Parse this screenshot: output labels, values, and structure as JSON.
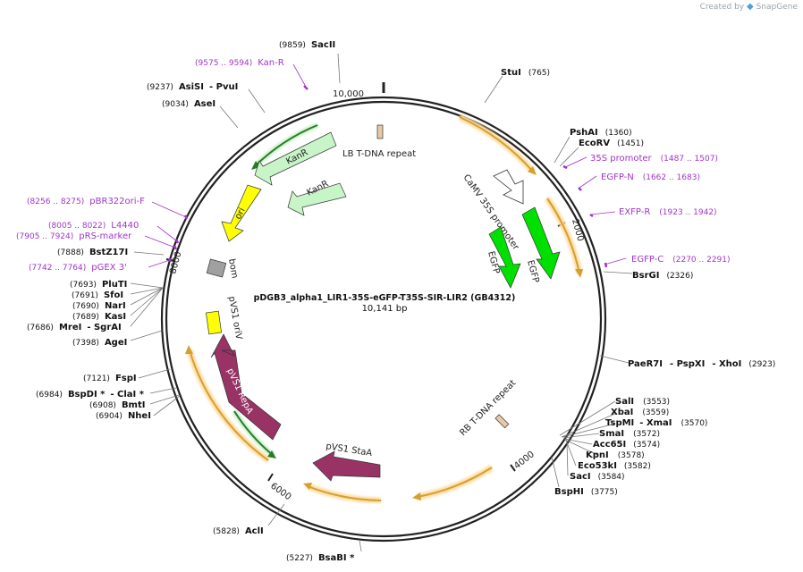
{
  "header": {
    "created_by": "Created by",
    "brand": "SnapGene"
  },
  "plasmid": {
    "name": "pDGB3_alpha1_LIR1-35S-eGFP-T35S-SIR-LIR2 (GB4312)",
    "length": "10,141 bp",
    "total_bp": 10141
  },
  "ticks": [
    {
      "pos": 10000,
      "label": "10,000"
    },
    {
      "pos": 2000,
      "label": "2000"
    },
    {
      "pos": 4000,
      "label": "4000"
    },
    {
      "pos": 6000,
      "label": "6000"
    },
    {
      "pos": 8000,
      "label": "8000"
    }
  ],
  "features": [
    {
      "name": "KanR",
      "label": "KanR",
      "color": "#c8f5c8",
      "ring": "inner"
    },
    {
      "name": "KanR",
      "label": "KanR",
      "color": "#c8f5c8",
      "ring": "inner2"
    },
    {
      "name": "ori",
      "label": "ori",
      "color": "#ffff00"
    },
    {
      "name": "bom",
      "label": "bom",
      "color": "#a0a0a0"
    },
    {
      "name": "pVS1 oriV",
      "label": "pVS1 oriV",
      "color": "#ffff00"
    },
    {
      "name": "pVS1 RepA",
      "label": "pVS1 RepA",
      "color": "#993366"
    },
    {
      "name": "pVS1 StaA",
      "label": "pVS1 StaA",
      "color": "#993366"
    },
    {
      "name": "CaMV 35S promoter",
      "label": "CaMV 35S promoter",
      "color": "#ffffff"
    },
    {
      "name": "EGFP",
      "label": "EGFP",
      "color": "#00e000"
    },
    {
      "name": "EGFP",
      "label": "EGFP",
      "color": "#00e000"
    },
    {
      "name": "LB T-DNA repeat",
      "label": "LB T-DNA repeat",
      "color": "#e8c8a8"
    },
    {
      "name": "RB T-DNA repeat",
      "label": "RB T-DNA repeat",
      "color": "#e8c8a8"
    }
  ],
  "enzymes_right": [
    {
      "name": "StuI",
      "pos": "(765)"
    },
    {
      "name": "PshAI",
      "pos": "(1360)"
    },
    {
      "name": "EcoRV",
      "pos": "(1451)"
    },
    {
      "name": "BsrGI",
      "pos": "(2326)"
    },
    {
      "name": "PaeR7I",
      "sep": "- PspXI",
      "sep2": "- XhoI",
      "pos": "(2923)"
    },
    {
      "name": "SalI",
      "pos": "(3553)"
    },
    {
      "name": "XbaI",
      "pos": "(3559)"
    },
    {
      "name": "TspMI",
      "sep": "- XmaI",
      "pos": "(3570)"
    },
    {
      "name": "SmaI",
      "pos": "(3572)"
    },
    {
      "name": "Acc65I",
      "pos": "(3574)"
    },
    {
      "name": "KpnI",
      "pos": "(3578)"
    },
    {
      "name": "Eco53kI",
      "pos": "(3582)"
    },
    {
      "name": "SacI",
      "pos": "(3584)"
    },
    {
      "name": "BspHI",
      "pos": "(3775)"
    }
  ],
  "enzymes_left": [
    {
      "name": "SacII",
      "pos": "(9859)"
    },
    {
      "name": "AsiSI",
      "sep": "- PvuI",
      "pos": "(9237)"
    },
    {
      "name": "AseI",
      "pos": "(9034)"
    },
    {
      "name": "BstZ17I",
      "pos": "(7888)"
    },
    {
      "name": "PluTI",
      "pos": "(7693)"
    },
    {
      "name": "SfoI",
      "pos": "(7691)"
    },
    {
      "name": "NarI",
      "pos": "(7690)"
    },
    {
      "name": "KasI",
      "pos": "(7689)"
    },
    {
      "name": "MreI",
      "sep": "- SgrAI",
      "pos": "(7686)"
    },
    {
      "name": "AgeI",
      "pos": "(7398)"
    },
    {
      "name": "FspI",
      "pos": "(7121)"
    },
    {
      "name": "BspDI *",
      "sep": "- ClaI *",
      "pos": "(6984)"
    },
    {
      "name": "BmtI",
      "pos": "(6908)"
    },
    {
      "name": "NheI",
      "pos": "(6904)"
    },
    {
      "name": "AclI",
      "pos": "(5828)"
    },
    {
      "name": "BsaBI *",
      "pos": "(5227)"
    }
  ],
  "primers": [
    {
      "name": "Kan-R",
      "range": "(9575 .. 9594)"
    },
    {
      "name": "35S promoter",
      "range": "(1487 .. 1507)"
    },
    {
      "name": "EGFP-N",
      "range": "(1662 .. 1683)"
    },
    {
      "name": "EXFP-R",
      "range": "(1923 .. 1942)"
    },
    {
      "name": "EGFP-C",
      "range": "(2270 .. 2291)"
    },
    {
      "name": "pBR322ori-F",
      "range": "(8256 .. 8275)"
    },
    {
      "name": "L4440",
      "range": "(8005 .. 8022)"
    },
    {
      "name": "pRS-marker",
      "range": "(7905 .. 7924)"
    },
    {
      "name": "pGEX 3'",
      "range": "(7742 .. 7764)"
    }
  ]
}
